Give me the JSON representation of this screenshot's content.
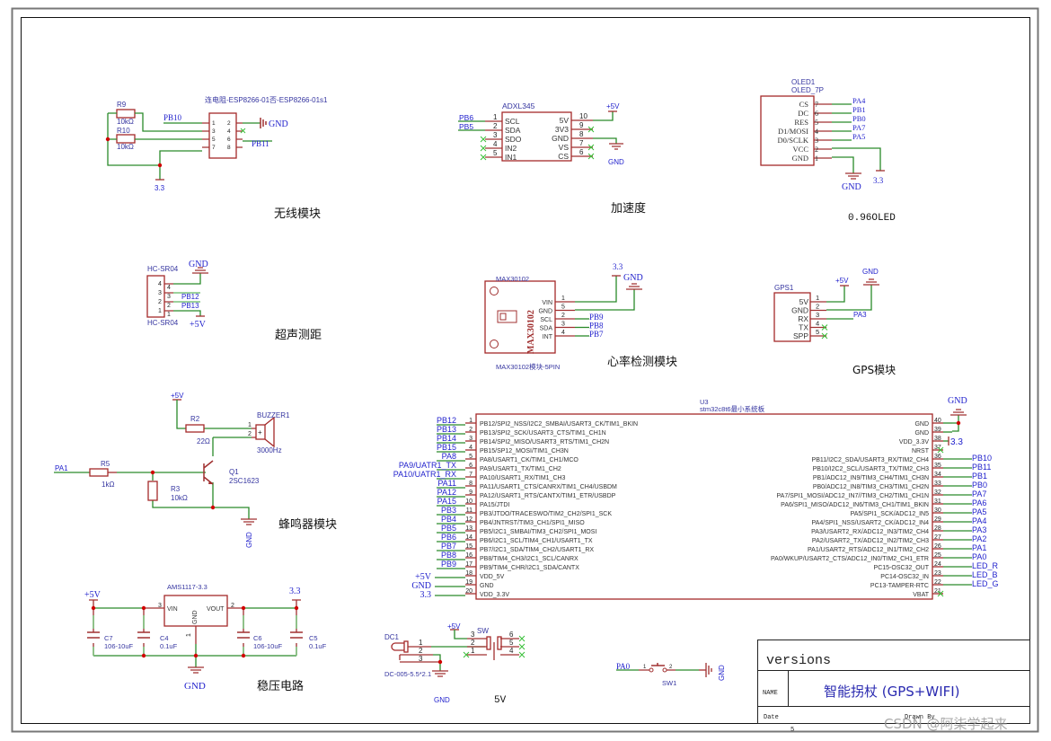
{
  "sheet": {
    "title_block": {
      "versions_label": "versions",
      "name_label": "NAME",
      "name_value": "智能拐杖 (GPS+WIFI)",
      "date_label": "Date",
      "drawn_by_label": "Drawn By",
      "sheet_number": "5"
    },
    "watermark": "CSDN @阿柒学起来"
  },
  "blocks": {
    "wireless": {
      "caption": "无线模块",
      "part_label": "连电阻-ESP8266-01否-ESP8266-01s1",
      "r9": {
        "ref": "R9",
        "value": "10kΩ"
      },
      "r10": {
        "ref": "R10",
        "value": "10kΩ"
      },
      "pins": [
        "1",
        "2",
        "3",
        "4",
        "5",
        "6",
        "7",
        "8"
      ],
      "nets": {
        "pb10": "PB10",
        "gnd": "GND",
        "pb11": "PB11",
        "v33": "3.3"
      }
    },
    "accel": {
      "caption": "加速度",
      "ref": "ADXL345",
      "left_pins": [
        {
          "no": "1",
          "name": "SCL",
          "net": "PB6"
        },
        {
          "no": "2",
          "name": "SDA",
          "net": "PB5"
        },
        {
          "no": "3",
          "name": "SDO",
          "net": ""
        },
        {
          "no": "4",
          "name": "IN2",
          "net": ""
        },
        {
          "no": "5",
          "name": "IN1",
          "net": ""
        }
      ],
      "right_pins": [
        {
          "no": "10",
          "name": "5V"
        },
        {
          "no": "9",
          "name": "3V3"
        },
        {
          "no": "8",
          "name": "GND"
        },
        {
          "no": "7",
          "name": "VS"
        },
        {
          "no": "6",
          "name": "CS"
        }
      ],
      "power": {
        "v5": "+5V",
        "gnd": "GND"
      }
    },
    "oled": {
      "caption": "0.96OLED",
      "ref": "OLED1",
      "part": "OLED_7P",
      "pins": [
        {
          "no": "7",
          "name": "CS",
          "net": "PA4"
        },
        {
          "no": "6",
          "name": "DC",
          "net": "PB1"
        },
        {
          "no": "5",
          "name": "RES",
          "net": "PB0"
        },
        {
          "no": "4",
          "name": "D1/MOSI",
          "net": "PA7"
        },
        {
          "no": "3",
          "name": "D0/SCLK",
          "net": "PA5"
        },
        {
          "no": "2",
          "name": "VCC",
          "net": ""
        },
        {
          "no": "1",
          "name": "GND",
          "net": ""
        }
      ],
      "power": {
        "gnd": "GND",
        "v33": "3.3"
      }
    },
    "ultrasonic": {
      "caption": "超声测距",
      "ref_top": "HC-SR04",
      "ref_bottom": "HC-SR04",
      "pins": [
        "4",
        "3",
        "2",
        "1"
      ],
      "nets": {
        "gnd": "GND",
        "pb12": "PB12",
        "pb13": "PB13",
        "v5": "+5V"
      }
    },
    "heart": {
      "caption": "心率检测模块",
      "ref": "MAX30102",
      "chip_text": "MAX30102",
      "footer": "MAX30102模块-5PIN",
      "pins": [
        {
          "no": "1",
          "name": "VIN",
          "net": ""
        },
        {
          "no": "5",
          "name": "GND",
          "net": ""
        },
        {
          "no": "2",
          "name": "SCL",
          "net": "PB9"
        },
        {
          "no": "3",
          "name": "SDA",
          "net": "PB8"
        },
        {
          "no": "4",
          "name": "INT",
          "net": "PB7"
        }
      ],
      "power": {
        "v33": "3.3",
        "gnd": "GND"
      }
    },
    "gps": {
      "caption": "GPS模块",
      "ref": "GPS1",
      "pins": [
        {
          "no": "1",
          "name": "5V"
        },
        {
          "no": "2",
          "name": "GND"
        },
        {
          "no": "3",
          "name": "RX"
        },
        {
          "no": "4",
          "name": "TX"
        },
        {
          "no": "5",
          "name": "SPP"
        }
      ],
      "nets": {
        "v5": "+5V",
        "gnd": "GND",
        "pa3": "PA3"
      }
    },
    "buzzer": {
      "caption": "蜂鸣器模块",
      "v5": "+5V",
      "r2": {
        "ref": "R2",
        "value": "22Ω"
      },
      "r5": {
        "ref": "R5",
        "value": "1kΩ"
      },
      "r3": {
        "ref": "R3",
        "value": "10kΩ"
      },
      "buzzer": {
        "ref": "BUZZER1",
        "value": "3000Hz",
        "pin1": "1",
        "pin2": "2",
        "plus": "+"
      },
      "q1": {
        "ref": "Q1",
        "value": "2SC1623"
      },
      "net_in": "PA1",
      "gnd": "GND"
    },
    "mcu": {
      "ref": "U3",
      "part": "stm32c8t6最小系统板",
      "left_pins": [
        {
          "no": "1",
          "name": "PB12/SPI2_NSS/I2C2_SMBAI/USART3_CK/TIM1_BKIN",
          "net": "PB12"
        },
        {
          "no": "2",
          "name": "PB13/SPI2_SCK/USART3_CTS/TIM1_CH1N",
          "net": "PB13"
        },
        {
          "no": "3",
          "name": "PB14/SPI2_MISO/USART3_RTS/TIM1_CH2N",
          "net": "PB14"
        },
        {
          "no": "4",
          "name": "PB15/SP12_MOSI/TIM1_CH3N",
          "net": "PB15"
        },
        {
          "no": "5",
          "name": "PA8/USART1_CK/TIM1_CH1/MCO",
          "net": "PA8"
        },
        {
          "no": "6",
          "name": "PA9/USART1_TX/TIM1_CH2",
          "net": "PA9/UATR1_TX"
        },
        {
          "no": "7",
          "name": "PA10/USART1_RX/TIM1_CH3",
          "net": "PA10/UATR1_RX"
        },
        {
          "no": "8",
          "name": "PA11/USART1_CTS/CANRX/TIM1_CH4/USBDM",
          "net": "PA11"
        },
        {
          "no": "9",
          "name": "PA12/USART1_RTS/CANTX/TIM1_ETR/USBDP",
          "net": "PA12"
        },
        {
          "no": "10",
          "name": "PA15/JTDI",
          "net": "PA15"
        },
        {
          "no": "11",
          "name": "PB3/JTDO/TRACESWO/TIM2_CH2/SPI1_SCK",
          "net": "PB3"
        },
        {
          "no": "12",
          "name": "PB4/JNTRST/TIM3_CH1/SPI1_MISO",
          "net": "PB4"
        },
        {
          "no": "13",
          "name": "PB5/I2C1_SMBAI/TIM3_CH2/SPI1_MOSI",
          "net": "PB5"
        },
        {
          "no": "14",
          "name": "PB6/I2C1_SCL/TIM4_CH1/USART1_TX",
          "net": "PB6"
        },
        {
          "no": "15",
          "name": "PB7/I2C1_SDA/TIM4_CH2/USART1_RX",
          "net": "PB7"
        },
        {
          "no": "16",
          "name": "PB8/TIM4_CH3/I2C1_SCL/CANRX",
          "net": "PB8"
        },
        {
          "no": "17",
          "name": "PB9/TIM4_CHR/I2C1_SDA/CANTX",
          "net": "PB9"
        },
        {
          "no": "18",
          "name": "VDD_5V",
          "net": "+5V"
        },
        {
          "no": "19",
          "name": "GND",
          "net": "GND"
        },
        {
          "no": "20",
          "name": "VDD_3.3V",
          "net": "3.3"
        }
      ],
      "right_pins": [
        {
          "no": "40",
          "name": "GND",
          "net": ""
        },
        {
          "no": "39",
          "name": "GND",
          "net": ""
        },
        {
          "no": "38",
          "name": "VDD_3.3V",
          "net": "3.3"
        },
        {
          "no": "37",
          "name": "NRST",
          "net": ""
        },
        {
          "no": "36",
          "name": "PB11/I2C2_SDA/USART3_RX/TIM2_CH4",
          "net": "PB10"
        },
        {
          "no": "35",
          "name": "PB10/I2C2_SCL/USART3_TX/TIM2_CH3",
          "net": "PB11"
        },
        {
          "no": "34",
          "name": "PB1/ADC12_IN9/TIM3_CH4/TIM1_CH3N",
          "net": "PB1"
        },
        {
          "no": "33",
          "name": "PB0/ADC12_IN8/TIM3_CH3/TIM1_CH2N",
          "net": "PB0"
        },
        {
          "no": "32",
          "name": "PA7/SPI1_MOSI/ADC12_IN7//TIM3_CH2/TIM1_CH1N",
          "net": "PA7"
        },
        {
          "no": "31",
          "name": "PA6/SPI1_MISO/ADC12_IN6/TIM3_CH1/TIM1_BKIN",
          "net": "PA6"
        },
        {
          "no": "30",
          "name": "PA5/SPI1_SCK/ADC12_IN5",
          "net": "PA5"
        },
        {
          "no": "29",
          "name": "PA4/SPI1_NSS/USART2_CK/ADC12_IN4",
          "net": "PA4"
        },
        {
          "no": "28",
          "name": "PA3/USART2_RX/ADC12_IN3/TIM2_CH4",
          "net": "PA3"
        },
        {
          "no": "27",
          "name": "PA2/USART2_TX/ADC12_IN2/TIM2_CH3",
          "net": "PA2"
        },
        {
          "no": "26",
          "name": "PA1/USART2_RTS/ADC12_IN1/TIM2_CH2",
          "net": "PA1"
        },
        {
          "no": "25",
          "name": "PA0/WKUP/USART2_CTS/ADC12_IN0/TIM2_CH1_ETR",
          "net": "PA0"
        },
        {
          "no": "24",
          "name": "PC15-OSC32_OUT",
          "net": "LED_R"
        },
        {
          "no": "23",
          "name": "PC14-OSC32_IN",
          "net": "LED_B"
        },
        {
          "no": "22",
          "name": "PC13-TAMPER-RTC",
          "net": "LED_G"
        },
        {
          "no": "21",
          "name": "VBAT",
          "net": ""
        }
      ],
      "gnd": "GND"
    },
    "regulator": {
      "caption": "稳压电路",
      "ref": "AMS1117-3.3",
      "vin": "VIN",
      "vout": "VOUT",
      "gnd_pin": "GND",
      "pin_vin": "3",
      "pin_vout": "2",
      "pin_gnd": "1",
      "caps": [
        {
          "ref": "C7",
          "value": "106-10uF"
        },
        {
          "ref": "C4",
          "value": "0.1uF"
        },
        {
          "ref": "C6",
          "value": "106-10uF"
        },
        {
          "ref": "C5",
          "value": "0.1uF"
        }
      ],
      "nets": {
        "v5": "+5V",
        "v33": "3.3",
        "gnd": "GND"
      }
    },
    "power_in": {
      "caption": "5V",
      "dc": {
        "ref": "DC1",
        "part": "DC-005-5.5*2.1",
        "pins": [
          "1",
          "2",
          "3"
        ]
      },
      "sw": {
        "ref": "SW",
        "pins_left": [
          "3",
          "2",
          "1"
        ],
        "pins_right": [
          "6",
          "5",
          "4"
        ]
      },
      "nets": {
        "v5": "+5V",
        "gnd": "GND"
      }
    },
    "button": {
      "ref": "SW1",
      "net": "PA0",
      "gnd": "GND",
      "pin1": "1",
      "pin2": "2"
    }
  }
}
